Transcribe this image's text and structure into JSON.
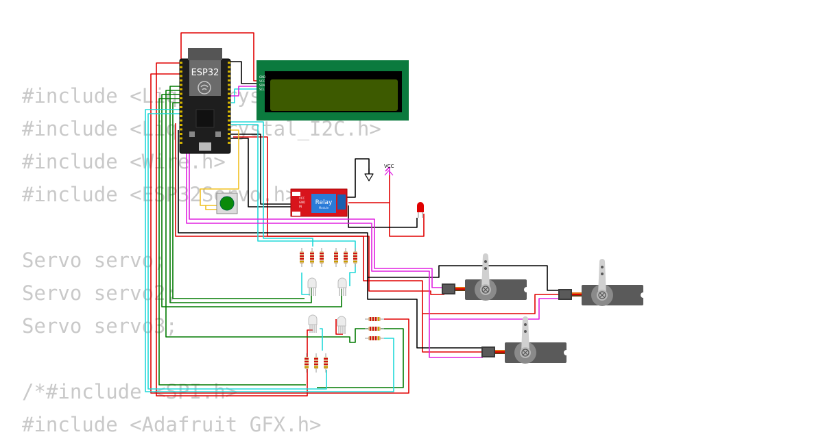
{
  "code_lines": [
    "#include <LiquidCrystal.h>",
    "#include <LiquidCrystal_I2C.h>",
    "#include <Wire.h>",
    "#include <ESP32Servo.h>",
    "",
    "Servo servo;",
    "Servo servo2;",
    "Servo servo3;",
    "",
    "/*#include <SPI.h>",
    "#include <Adafruit GFX.h>"
  ],
  "components": {
    "mcu_label": "ESP32",
    "relay_label": "Relay",
    "relay_sublabel": "Module",
    "vcc_label": "VCC",
    "lcd_pins": [
      "GND",
      "VCC",
      "SDA",
      "SCL"
    ],
    "relay_pins": [
      "VCC",
      "GND",
      "IN"
    ]
  },
  "colors": {
    "wire_red": "#e00000",
    "wire_black": "#000000",
    "wire_green": "#007a00",
    "wire_cyan": "#20d8d8",
    "wire_magenta": "#e020e0",
    "wire_yellow": "#f0c020",
    "lcd_board": "#0b7a3e",
    "lcd_screen": "#3d5a00",
    "relay_board": "#d8141c",
    "relay_block": "#2a7bd8",
    "servo_body": "#5a5a5a",
    "button_cap": "#0a8a0a"
  }
}
